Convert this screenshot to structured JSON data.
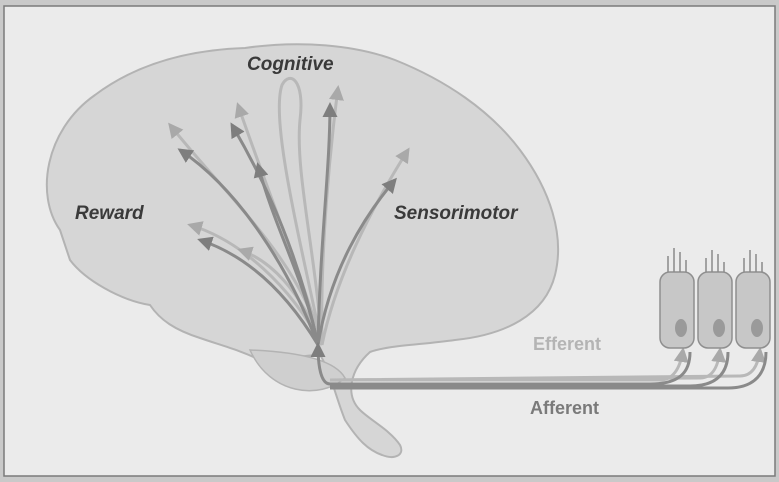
{
  "labels": {
    "cognitive": "Cognitive",
    "reward": "Reward",
    "sensorimotor": "Sensorimotor",
    "efferent": "Efferent",
    "afferent": "Afferent"
  },
  "colors": {
    "frame_bg": "#c9c9c9",
    "panel_bg": "#ebebeb",
    "brain_fill": "#d6d6d6",
    "brain_stroke": "#b3b3b3",
    "efferent": "#b8b8b8",
    "afferent": "#8a8a8a",
    "hair_cell_fill": "#c7c7c7",
    "hair_cell_nucleus": "#9a9a9a"
  },
  "icons": {
    "hair_cells": "hair-cell-icon"
  }
}
